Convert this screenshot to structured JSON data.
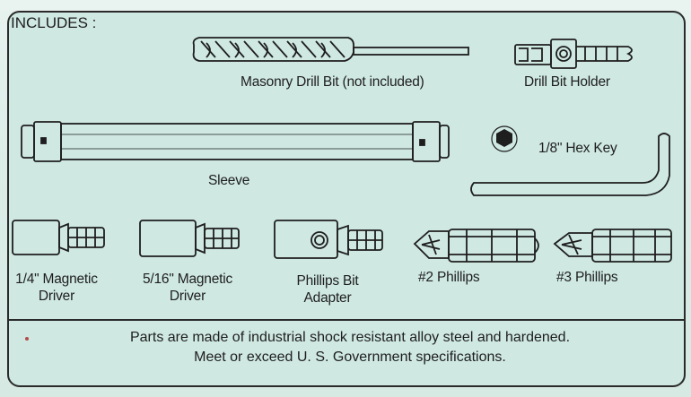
{
  "heading": "INCLUDES :",
  "items": {
    "masonry_drill_bit": "Masonry Drill Bit (not included)",
    "drill_bit_holder": "Drill Bit Holder",
    "sleeve": "Sleeve",
    "hex_key": "1/8\" Hex Key",
    "magnetic_driver_quarter": [
      "1/4\"  Magnetic",
      "Driver"
    ],
    "magnetic_driver_5_16": [
      "5/16\"  Magnetic",
      "Driver"
    ],
    "phillips_bit_adapter": [
      "Phillips Bit",
      "Adapter"
    ],
    "phillips_2": "#2  Phillips",
    "phillips_3": "#3  Phillips"
  },
  "footer": {
    "line1": "Parts are made of industrial shock resistant alloy steel and hardened.",
    "line2": "Meet or exceed U. S. Government specifications."
  }
}
